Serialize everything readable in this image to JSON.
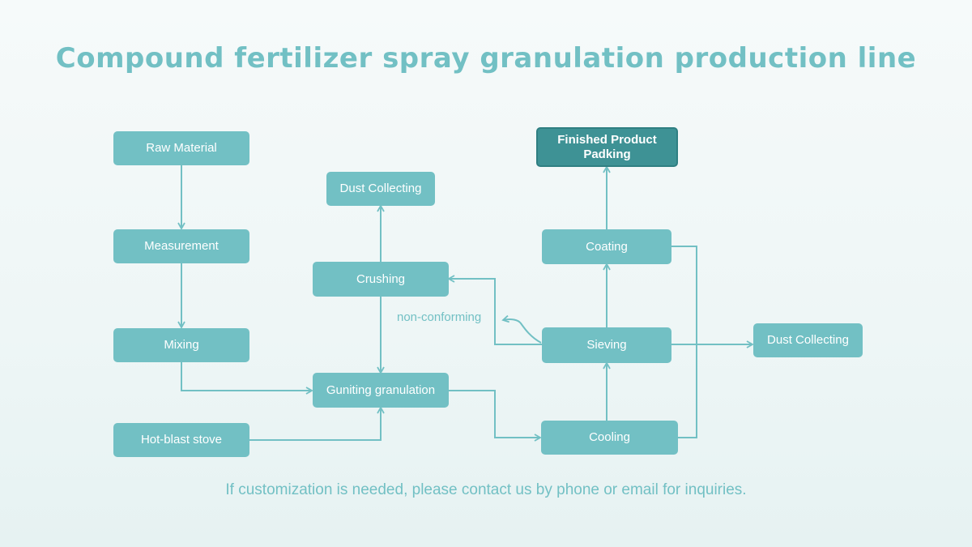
{
  "title": "Compound fertilizer spray granulation production line",
  "footer": "If customization is needed, please contact us by phone or email for inquiries.",
  "nodes": {
    "raw_material": "Raw Material",
    "measurement": "Measurement",
    "mixing": "Mixing",
    "hot_blast_stove": "Hot-blast stove",
    "dust_collecting_1": "Dust Collecting",
    "crushing": "Crushing",
    "guniting_granulation": "Guniting granulation",
    "finished_product": "Finished Product\nPadking",
    "coating": "Coating",
    "sieving": "Sieving",
    "cooling": "Cooling",
    "dust_collecting_2": "Dust Collecting"
  },
  "edge_labels": {
    "non_conforming": "non-conforming"
  },
  "colors": {
    "node": "#72c0c4",
    "node_dark": "#3e9295",
    "text_accent": "#72c0c4"
  }
}
